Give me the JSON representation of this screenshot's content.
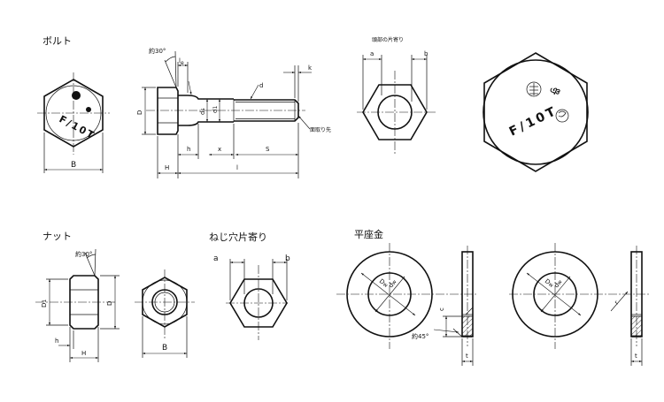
{
  "sections": {
    "bolt": "ボルト",
    "nut": "ナット",
    "thread_offset": "ねじ穴片寄り",
    "washer": "平座金",
    "head_offset": "頭部の片寄り"
  },
  "bolt_head_marking": "F/10T",
  "labels": {
    "angle_30": "約30°",
    "angle_45": "約45°",
    "chamfer_end": "面取り先",
    "le": "l",
    "le_sub": "e",
    "d": "d",
    "D": "D",
    "ds": "d",
    "ds_sub": "s",
    "k": "k",
    "h": "h",
    "x": "x",
    "S": "S",
    "B": "B",
    "H": "H",
    "l": "l",
    "a": "a",
    "b": "b",
    "D1": "D",
    "D1_sub": "1",
    "c": "c",
    "t": "t",
    "Dw": "D",
    "dw": "d",
    "w_sub": "w"
  }
}
